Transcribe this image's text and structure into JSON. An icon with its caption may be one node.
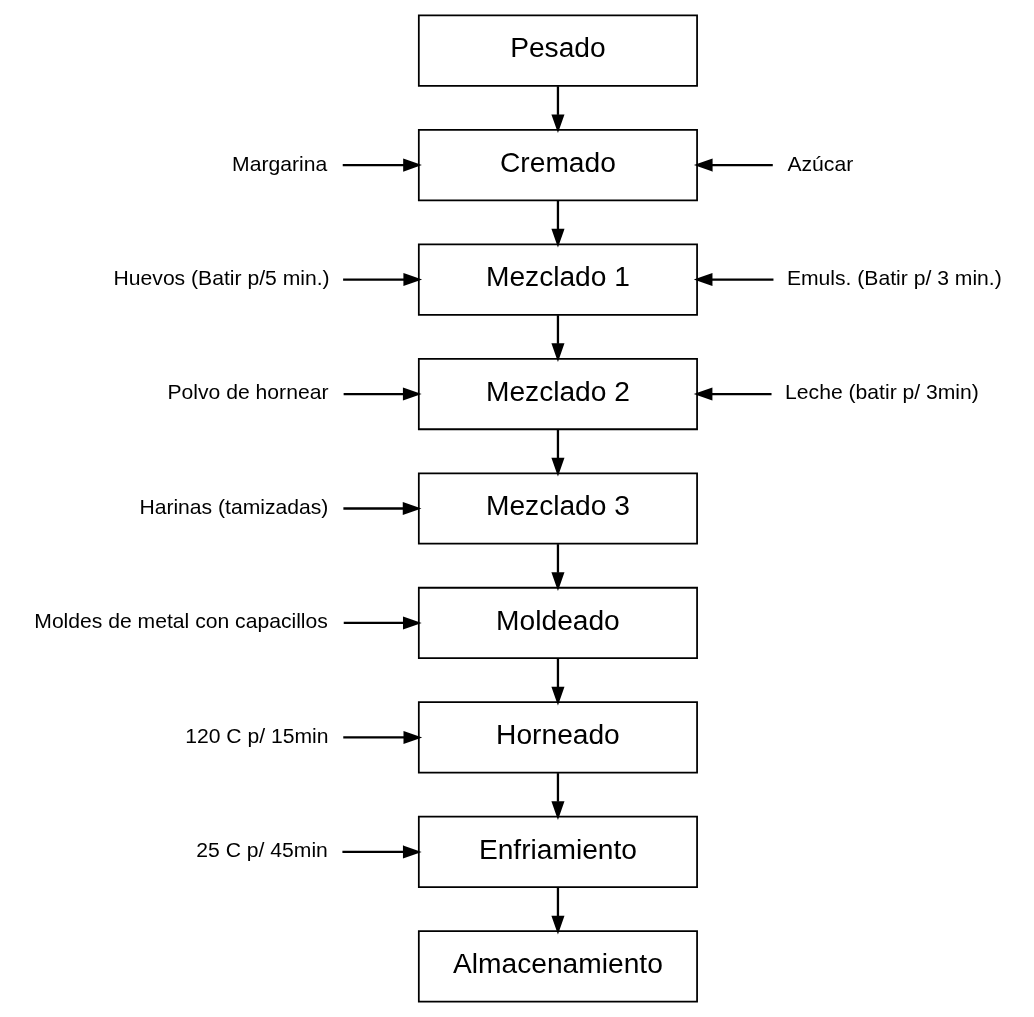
{
  "diagram": {
    "nodes": [
      {
        "text": [
          "Pesado"
        ]
      },
      {
        "text": [
          "Cremado"
        ]
      },
      {
        "text": [
          "Mezclado 1"
        ]
      },
      {
        "text": [
          "Mezclado 2"
        ]
      },
      {
        "text": [
          "Mezclado 3"
        ]
      },
      {
        "text": [
          "Moldeado"
        ]
      },
      {
        "text": [
          "Horneado"
        ]
      },
      {
        "text": [
          "Enfriamiento"
        ]
      },
      {
        "text": [
          "Almacenamiento"
        ]
      },
      {
        "text": [
          "Margarina"
        ]
      },
      {
        "text": [
          "Azúcar"
        ]
      },
      {
        "text": [
          "Huevos (Batir p/5 min.)"
        ]
      },
      {
        "text": [
          "Emuls. (Batir p/ 3 min.)"
        ]
      },
      {
        "text": [
          "Polvo de hornear"
        ]
      },
      {
        "text": [
          "Leche (batir p/ 3min)"
        ]
      },
      {
        "text": [
          "Harinas (tamizadas)"
        ]
      },
      {
        "text": [
          "Moldes de metal con capacillos"
        ]
      },
      {
        "text": [
          "120 C p/ 15min"
        ]
      },
      {
        "text": [
          "25 C p/ 45min"
        ]
      }
    ],
    "edges": [
      {
        "from": 0,
        "to": 1,
        "arrow": "to"
      },
      {
        "from": 9,
        "to": 1,
        "arrow": "to"
      },
      {
        "from": 10,
        "to": 1,
        "arrow": "to"
      },
      {
        "from": 1,
        "to": 2,
        "arrow": "to"
      },
      {
        "from": 11,
        "to": 2,
        "arrow": "to"
      },
      {
        "from": 12,
        "to": 2,
        "arrow": "to"
      },
      {
        "from": 2,
        "to": 3,
        "arrow": "to"
      },
      {
        "from": 13,
        "to": 3,
        "arrow": "to"
      },
      {
        "from": 14,
        "to": 3,
        "arrow": "to"
      },
      {
        "from": 3,
        "to": 4,
        "arrow": "to"
      },
      {
        "from": 15,
        "to": 4,
        "arrow": "to"
      },
      {
        "from": 4,
        "to": 5,
        "arrow": "to"
      },
      {
        "from": 16,
        "to": 5,
        "arrow": "to"
      },
      {
        "from": 5,
        "to": 6,
        "arrow": "to"
      },
      {
        "from": 17,
        "to": 6,
        "arrow": "to"
      },
      {
        "from": 6,
        "to": 7,
        "arrow": "to"
      },
      {
        "from": 18,
        "to": 7,
        "arrow": "to"
      },
      {
        "from": 7,
        "to": 8,
        "arrow": "to"
      }
    ]
  }
}
